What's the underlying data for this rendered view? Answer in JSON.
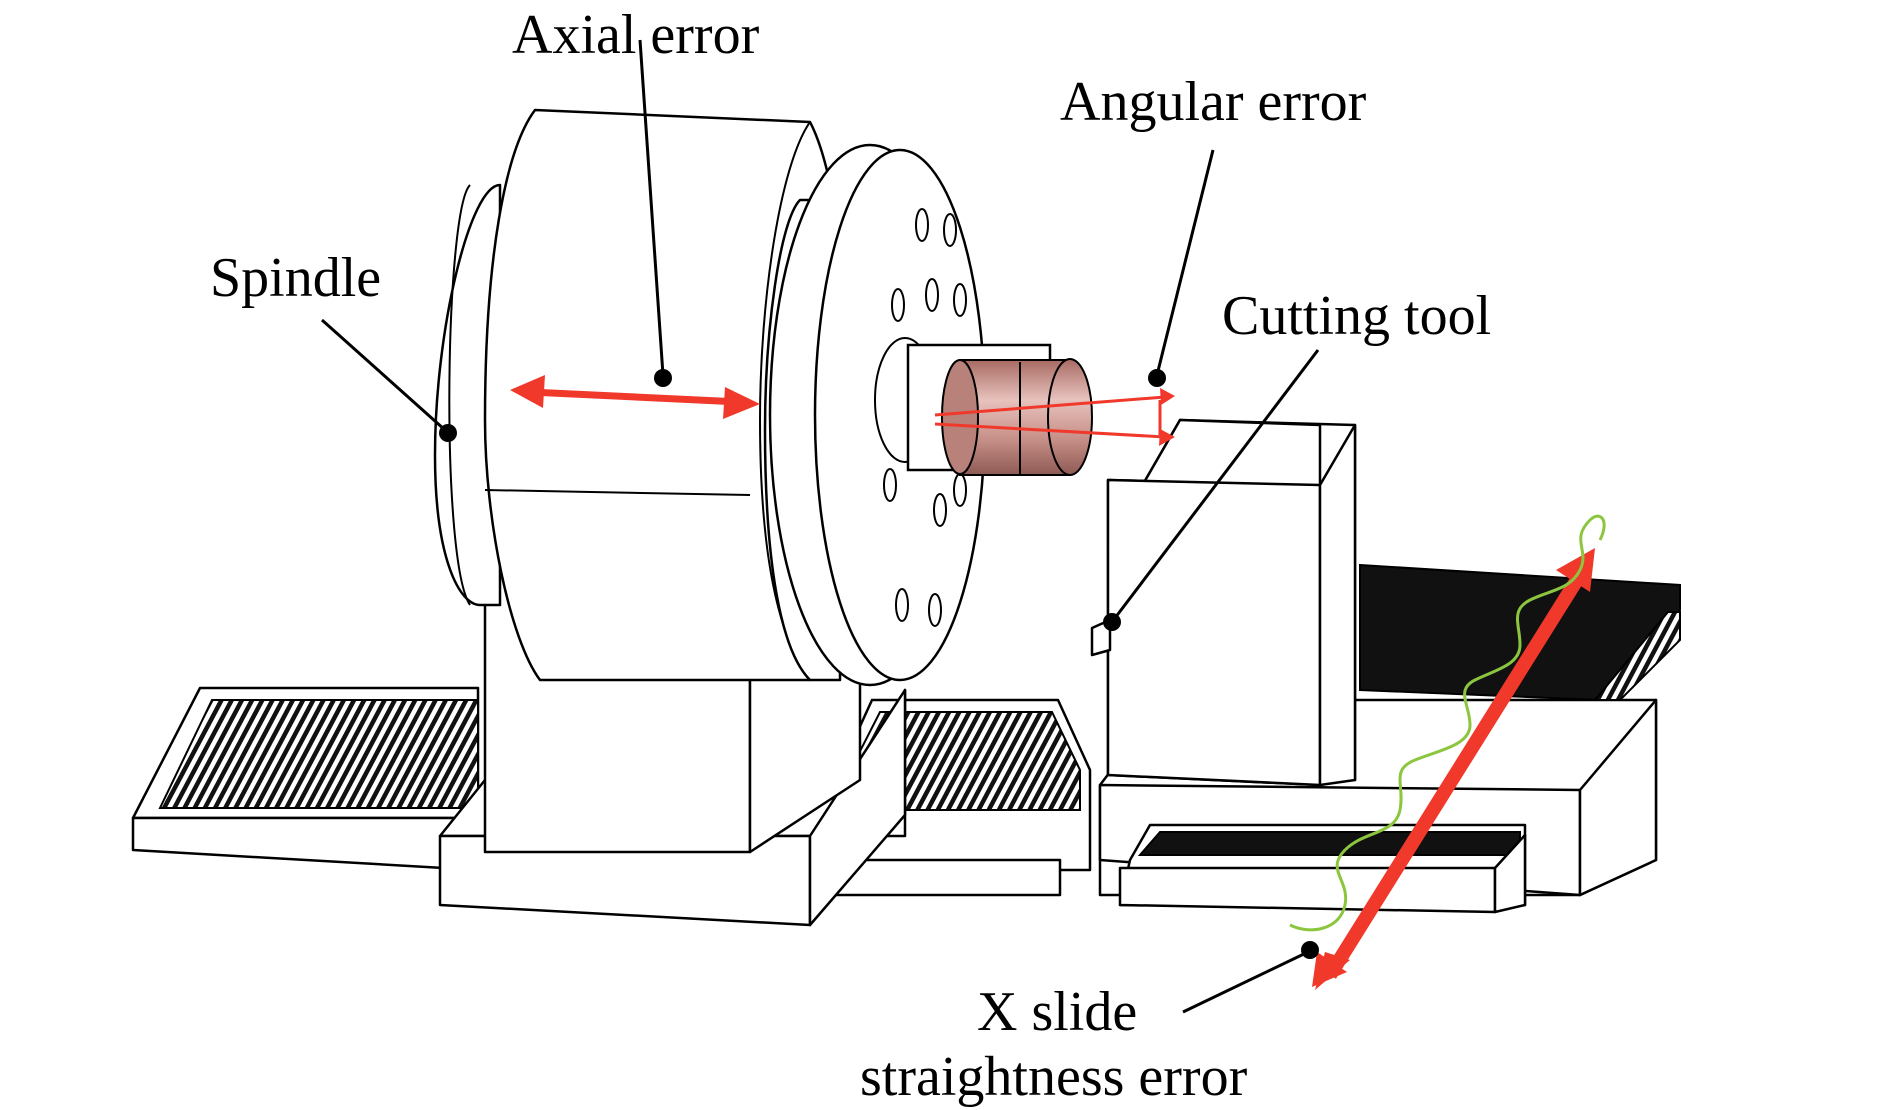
{
  "labels": {
    "axial_error": "Axial error",
    "angular_error": "Angular error",
    "spindle": "Spindle",
    "cutting_tool": "Cutting tool",
    "x_slide_line1": "X slide",
    "x_slide_line2": "straightness error"
  },
  "colors": {
    "error_arrow": "#f0392b",
    "straightness_trace": "#8cc63f",
    "tool_holder": "#c9928a",
    "rail_dark": "#111111",
    "outline": "#000000"
  }
}
